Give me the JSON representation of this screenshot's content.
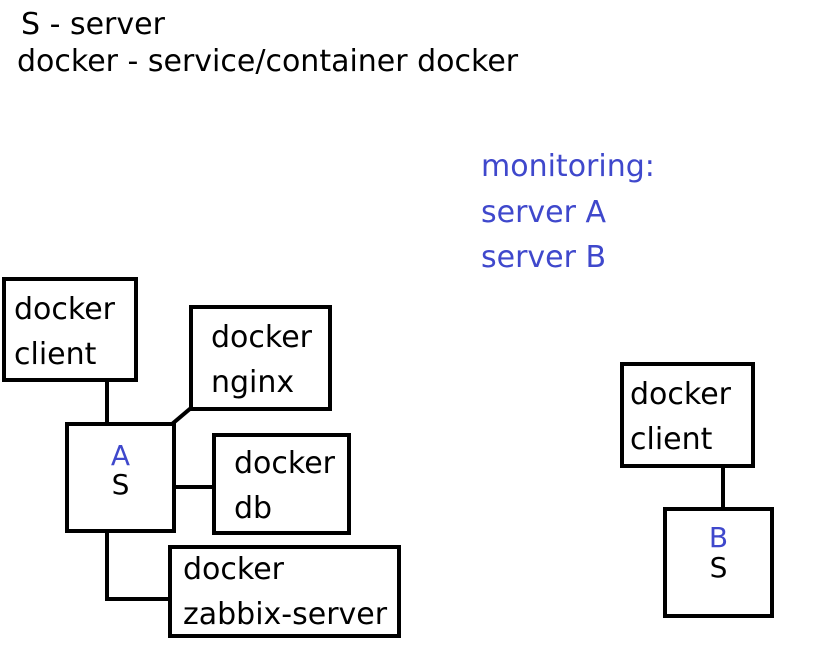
{
  "legend": {
    "line1": "S - server",
    "line2": "docker - service/container docker"
  },
  "monitoring": {
    "title": "monitoring:",
    "items": [
      "server A",
      "server B"
    ]
  },
  "servers": [
    {
      "name": "A",
      "type_label": "S",
      "containers": [
        {
          "line1": "docker",
          "line2": "client"
        },
        {
          "line1": "docker",
          "line2": "nginx"
        },
        {
          "line1": "docker",
          "line2": "db"
        },
        {
          "line1": "docker",
          "line2": "zabbix-server"
        }
      ]
    },
    {
      "name": "B",
      "type_label": "S",
      "containers": [
        {
          "line1": "docker",
          "line2": "client"
        }
      ]
    }
  ],
  "colors": {
    "line": "#000000",
    "accent": "#3f48cc",
    "text": "#000000"
  }
}
